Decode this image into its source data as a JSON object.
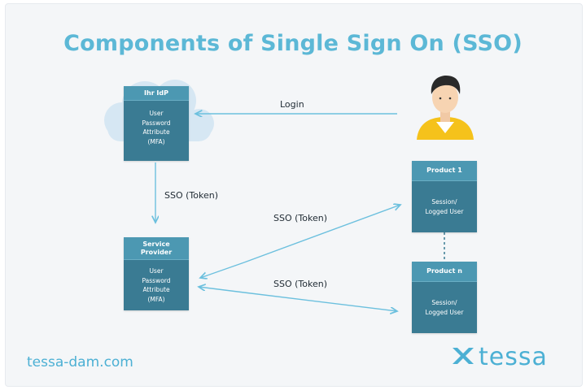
{
  "title": "Components of Single Sign On (SSO)",
  "idp": {
    "header": "Ihr IdP",
    "lines": [
      "User",
      "Password",
      "Attribute",
      "(MFA)"
    ]
  },
  "service_provider": {
    "header_lines": [
      "Service",
      "Provider"
    ],
    "lines": [
      "User",
      "Password",
      "Attribute",
      "(MFA)"
    ]
  },
  "product1": {
    "header": "Product 1",
    "lines": [
      "Session/",
      "Logged User"
    ]
  },
  "productn": {
    "header": "Product n",
    "lines": [
      "Session/",
      "Logged User"
    ]
  },
  "labels": {
    "login": "Login",
    "sso_token_down": "SSO (Token)",
    "sso_token_upper": "SSO (Token)",
    "sso_token_lower": "SSO (Token)"
  },
  "footer": {
    "website": "tessa-dam.com",
    "brand": "tessa"
  },
  "colors": {
    "title": "#5cb8d6",
    "box": "#3a7b93",
    "box_header": "#4c98b2",
    "arrow": "#6cc0de",
    "cloud": "#d6e7f3",
    "brand": "#4cb0d4",
    "user_shirt": "#f5c21b"
  },
  "icons": [
    "user-icon",
    "cloud-icon",
    "tessa-logo-icon"
  ]
}
